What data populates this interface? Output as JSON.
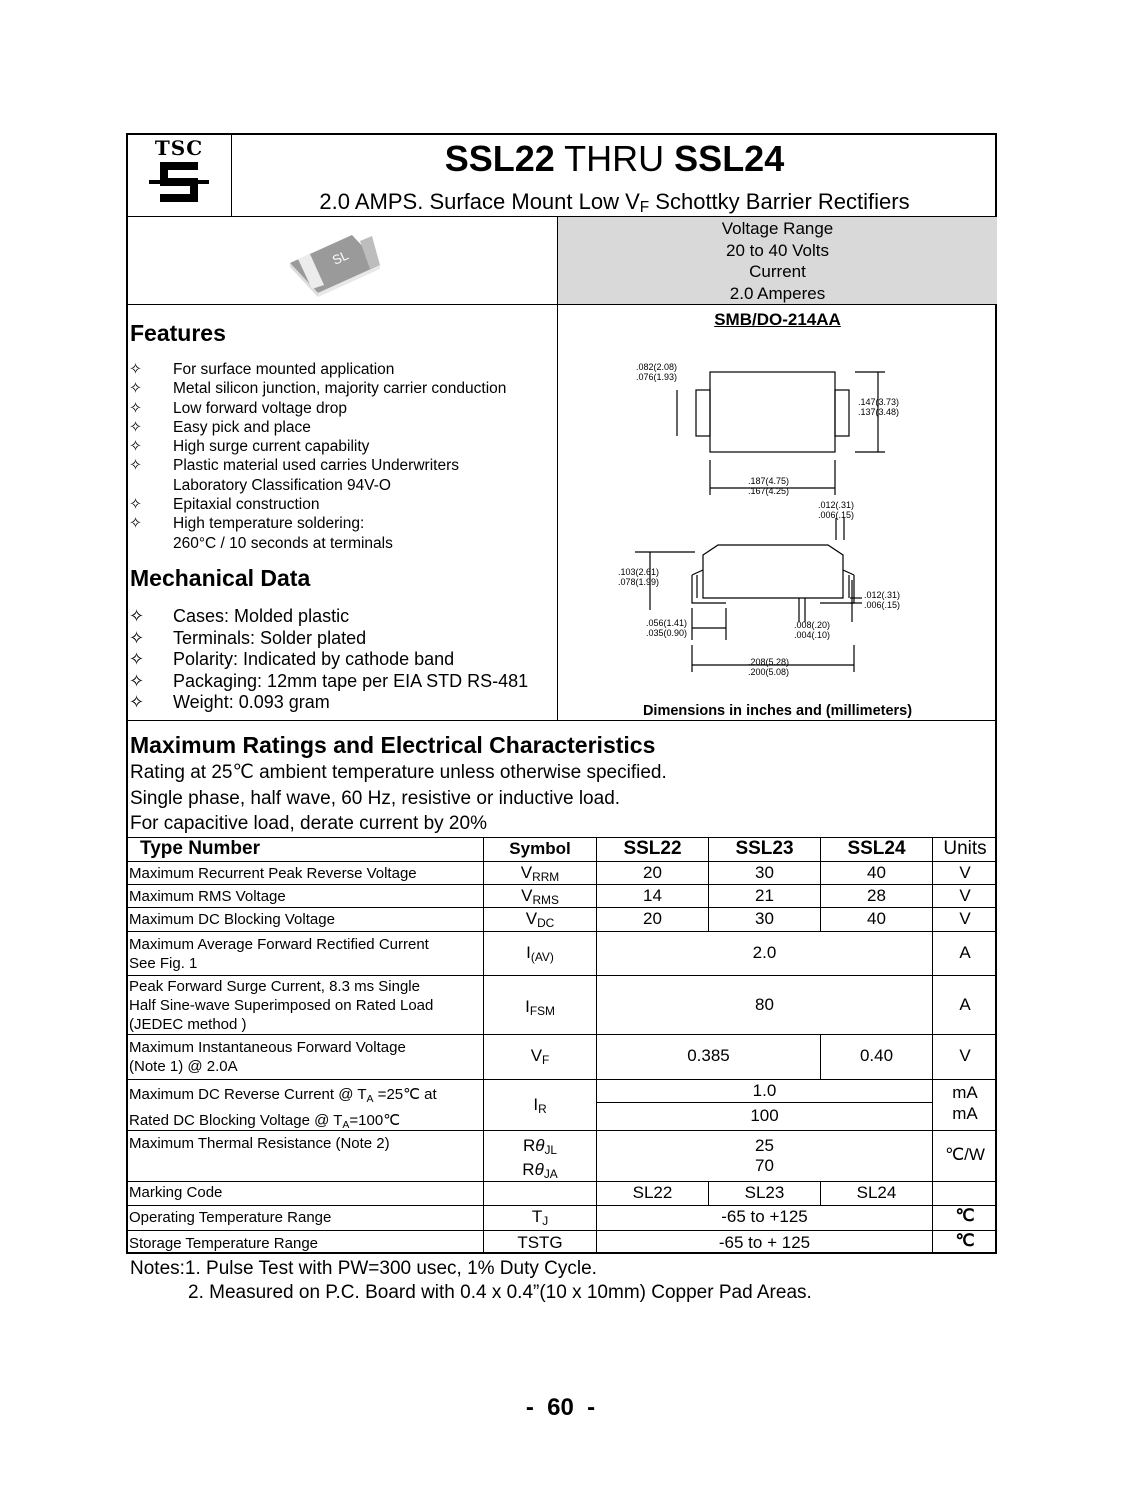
{
  "header": {
    "logo_text": "TSC",
    "title_part1": "SSL22",
    "title_mid": " THRU ",
    "title_part2": "SSL24",
    "subtitle_pre": "2.0 AMPS. Surface Mount Low V",
    "subtitle_sub": "F",
    "subtitle_post": " Schottky Barrier Rectifiers"
  },
  "ranges": [
    "Voltage Range",
    "20 to 40 Volts",
    "Current",
    "2.0 Amperes"
  ],
  "package": "SMB/DO-214AA",
  "dimensions_caption": "Dimensions in inches and (millimeters)",
  "dims": {
    "d1a": ".082(2.08)",
    "d1b": ".076(1.93)",
    "d2a": ".147(3.73)",
    "d2b": ".137(3.48)",
    "d3a": ".187(4.75)",
    "d3b": ".167(4.25)",
    "d4a": ".012(.31)",
    "d4b": ".006(.15)",
    "d5a": ".103(2.61)",
    "d5b": ".078(1.99)",
    "d6a": ".012(.31)",
    "d6b": ".006(.15)",
    "d7a": ".056(1.41)",
    "d7b": ".035(0.90)",
    "d8a": ".008(.20)",
    "d8b": ".004(.10)",
    "d9a": ".208(5.28)",
    "d9b": ".200(5.08)"
  },
  "features": {
    "heading": "Features",
    "bullet": "✧",
    "items": [
      "For surface mounted application",
      "Metal silicon junction, majority carrier conduction",
      "Low forward voltage drop",
      "Easy pick and place",
      "High surge current capability",
      "Plastic material used carries Underwriters",
      "Laboratory Classification 94V-O",
      "Epitaxial construction",
      "High temperature soldering:",
      "260°C / 10 seconds at terminals"
    ]
  },
  "mechanical": {
    "heading": "Mechanical Data",
    "items": [
      "Cases: Molded plastic",
      "Terminals: Solder plated",
      "Polarity: Indicated by cathode band",
      "Packaging: 12mm tape per EIA STD RS-481",
      "Weight: 0.093 gram"
    ]
  },
  "ratings": {
    "heading": "Maximum Ratings and Electrical Characteristics",
    "lines": [
      "Rating at 25℃ ambient temperature unless otherwise specified.",
      "Single phase, half wave, 60 Hz, resistive or inductive load.",
      "For capacitive load, derate current by 20%"
    ]
  },
  "table": {
    "headers": [
      "Type Number",
      "Symbol",
      "SSL22",
      "SSL23",
      "SSL24",
      "Units"
    ],
    "rows": {
      "vrrm": {
        "param": "Maximum Recurrent Peak Reverse Voltage",
        "sym": "V",
        "sub": "RRM",
        "v1": "20",
        "v2": "30",
        "v3": "40",
        "unit": "V"
      },
      "vrms": {
        "param": "Maximum RMS Voltage",
        "sym": "V",
        "sub": "RMS",
        "v1": "14",
        "v2": "21",
        "v3": "28",
        "unit": "V"
      },
      "vdc": {
        "param": "Maximum DC Blocking Voltage",
        "sym": "V",
        "sub": "DC",
        "v1": "20",
        "v2": "30",
        "v3": "40",
        "unit": "V"
      },
      "iav": {
        "param1": "Maximum Average Forward Rectified Current",
        "param2": "See Fig. 1",
        "sym": "I",
        "sub": "(AV)",
        "val": "2.0",
        "unit": "A"
      },
      "ifsm": {
        "param1": "Peak Forward Surge Current, 8.3 ms Single",
        "param2": "Half Sine-wave Superimposed on Rated Load",
        "param3": "(JEDEC method )",
        "sym": "I",
        "sub": "FSM",
        "val": "80",
        "unit": "A"
      },
      "vf": {
        "param1": "Maximum Instantaneous Forward Voltage",
        "param2": "(Note 1) @ 2.0A",
        "sym": "V",
        "sub": "F",
        "val12": "0.385",
        "val3": "0.40",
        "unit": "V"
      },
      "ir": {
        "param1a": "Maximum DC Reverse Current @ T",
        "param1sub": "A",
        "param1b": " =25℃  at",
        "param2a": "Rated DC Blocking Voltage     @ T",
        "param2sub": "A",
        "param2b": "=100℃",
        "sym": "I",
        "sub": "R",
        "val1": "1.0",
        "val2": "100",
        "unit1": "mA",
        "unit2": "mA"
      },
      "rth": {
        "param": "Maximum Thermal Resistance (Note 2)",
        "sym": "R",
        "theta": "θ",
        "sub1": "JL",
        "sub2": "JA",
        "val1": "25",
        "val2": "70",
        "unit": "℃/W"
      },
      "mark": {
        "param": "Marking Code",
        "v1": "SL22",
        "v2": "SL23",
        "v3": "SL24"
      },
      "tj": {
        "param": "Operating Temperature Range",
        "sym": "T",
        "sub": "J",
        "val": "-65 to +125",
        "unit": "℃"
      },
      "tstg": {
        "param": "Storage Temperature Range",
        "sym": "TSTG",
        "val": "-65 to + 125",
        "unit": "℃"
      }
    }
  },
  "notes": [
    "Notes:1. Pulse Test with PW=300 usec, 1% Duty Cycle.",
    "2. Measured on P.C. Board with 0.4 x 0.4”(10 x 10mm) Copper Pad Areas."
  ],
  "page_number": "-  60  -"
}
